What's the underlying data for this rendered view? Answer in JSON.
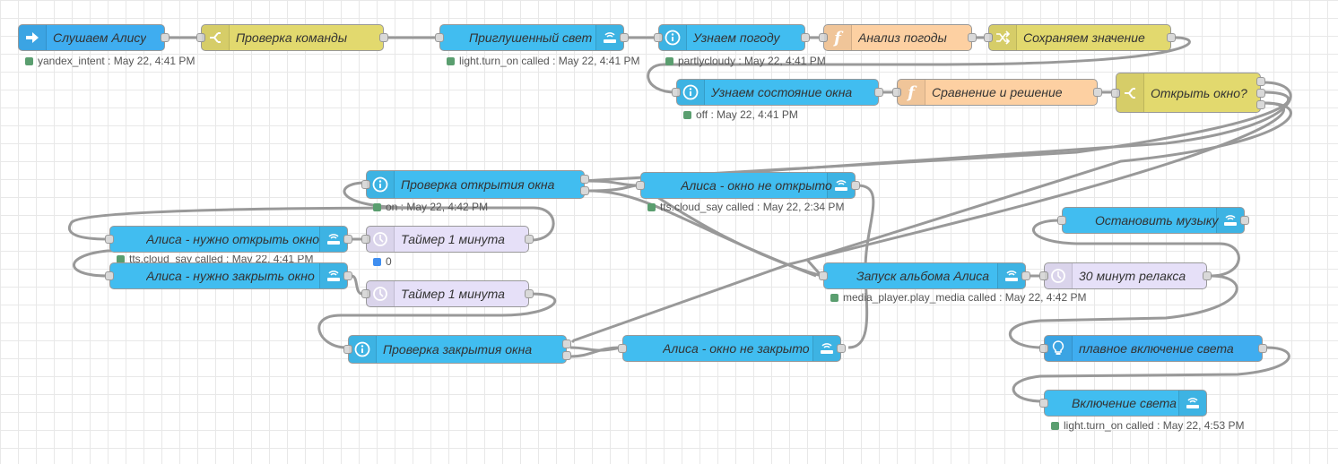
{
  "nodes": {
    "n1": {
      "label": "Слушаем Алису",
      "status": "yandex_intent : May 22, 4:41 PM"
    },
    "n2": {
      "label": "Проверка команды"
    },
    "n3": {
      "label": "Приглушенный свет",
      "status": "light.turn_on called : May 22, 4:41 PM"
    },
    "n4": {
      "label": "Узнаем погоду",
      "status": "partlycloudy : May 22, 4:41 PM"
    },
    "n5": {
      "label": "Анализ погоды"
    },
    "n6": {
      "label": "Сохраняем значение"
    },
    "n7": {
      "label": "Узнаем состояние окна",
      "status": "off : May 22, 4:41 PM"
    },
    "n8": {
      "label": "Сравнение и решение"
    },
    "n9": {
      "label": "Открыть окно?"
    },
    "n10": {
      "label": "Проверка открытия окна",
      "status": "on : May 22, 4:42 PM"
    },
    "n11": {
      "label": "Алиса - окно не открыто",
      "status": "tts.cloud_say called : May 22, 2:34 PM"
    },
    "n12": {
      "label": "Алиса - нужно открыть окно",
      "status": "tts.cloud_say called : May 22, 4:41 PM"
    },
    "n13": {
      "label": "Таймер 1 минута",
      "status": "0"
    },
    "n14": {
      "label": "Алиса - нужно закрыть окно"
    },
    "n15": {
      "label": "Таймер 1 минута"
    },
    "n16": {
      "label": "Проверка закрытия окна"
    },
    "n17": {
      "label": "Алиса - окно не закрыто"
    },
    "n18": {
      "label": "Остановить музыку"
    },
    "n19": {
      "label": "Запуск альбома Алиса",
      "status": "media_player.play_media called : May 22, 4:42 PM"
    },
    "n20": {
      "label": "30 минут релакса"
    },
    "n21": {
      "label": "плавное включение света"
    },
    "n22": {
      "label": "Включение света",
      "status": "light.turn_on called : May 22, 4:53 PM"
    }
  },
  "colors": {
    "home_assistant": "#41bdf0",
    "switch": "#e2d96e",
    "function": "#fdd0a2",
    "change": "#e2d96e",
    "delay": "#e6e0f8",
    "status_green": "#5a9e6f",
    "status_blue": "#3f8ef0",
    "wire": "#999999"
  },
  "icons": {
    "n1": "arrow-right-icon",
    "n2": "switch-branch-icon",
    "n3": "router-icon",
    "n4": "info-icon",
    "n5": "function-icon",
    "n6": "shuffle-icon",
    "n7": "info-icon",
    "n8": "function-icon",
    "n9": "switch-branch-icon",
    "n10": "info-icon",
    "n11": "router-icon",
    "n12": "router-icon",
    "n13": "timer-icon",
    "n14": "router-icon",
    "n15": "timer-icon",
    "n16": "info-icon",
    "n17": "router-icon",
    "n18": "router-icon",
    "n19": "router-icon",
    "n20": "timer-icon",
    "n21": "bulb-icon",
    "n22": "router-icon"
  }
}
